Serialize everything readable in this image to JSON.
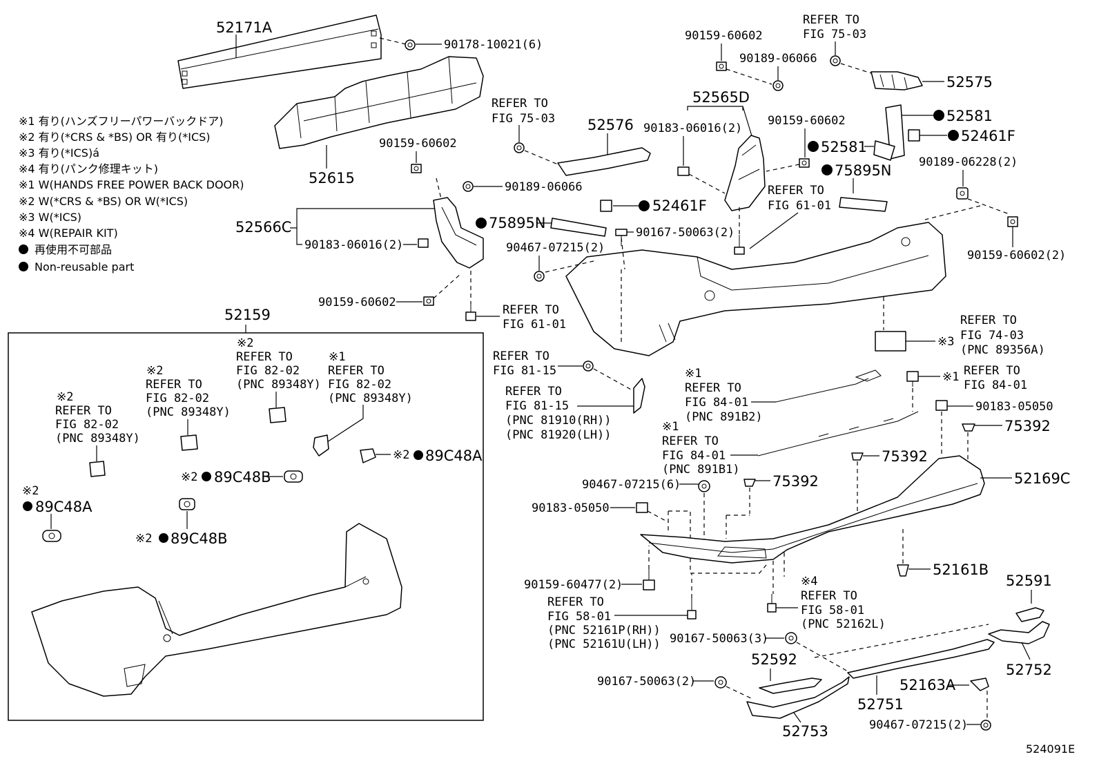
{
  "legend": [
    "※1 有り(ハンズフリーパワーバックドア)",
    "※2 有り(*CRS & *BS) OR 有り(*ICS)",
    "※3 有り(*ICS)á",
    "※4 有り(パンク修理キット)",
    "※1 W(HANDS FREE POWER BACK DOOR)",
    "※2 W(*CRS & *BS) OR W(*ICS)",
    "※3 W(*ICS)",
    "※4 W(REPAIR KIT)",
    "再使用不可部品",
    "Non-reusable part"
  ],
  "labels": {
    "p52171A": "52171A",
    "p90178": "90178-10021(6)",
    "p52615": "52615",
    "ref7503a_1": "REFER TO",
    "ref7503a_2": "FIG 75-03",
    "p52576": "52576",
    "p90159_a": "90159-60602",
    "p90189_a": "90189-06066",
    "p52566C": "52566C",
    "p90183_a": "90183-06016(2)",
    "p90159_b": "90159-60602",
    "ref6101a_1": "REFER TO",
    "ref6101a_2": "FIG 61-01",
    "p75895N_a": "75895N",
    "p90167_a": "90167-50063(2)",
    "p90467_a": "90467-07215(2)",
    "p52461F_a": "52461F",
    "p90159_c": "90159-60602",
    "p90189_b": "90189-06066",
    "p52565D": "52565D",
    "p90183_b": "90183-06016(2)",
    "p90159_d": "90159-60602",
    "ref6101b_1": "REFER TO",
    "ref6101b_2": "FIG 61-01",
    "ref7503b_1": "REFER TO",
    "ref7503b_2": "FIG 75-03",
    "p52575": "52575",
    "p52581_a": "52581",
    "p52461F_b": "52461F",
    "p52581_b": "52581",
    "p75895N_b": "75895N",
    "p90189_c": "90189-06228(2)",
    "p90159_e": "90159-60602(2)",
    "ref7403_1": "REFER TO",
    "ref7403_2": "FIG 74-03",
    "ref7403_3": "(PNC 89356A)",
    "mark3": "※3",
    "ref8115a_1": "REFER TO",
    "ref8115a_2": "FIG 81-15",
    "ref8115b_1": "REFER TO",
    "ref8115b_2": "FIG 81-15",
    "ref8115b_3": "(PNC 81910(RH))",
    "ref8115b_4": "(PNC 81920(LH))",
    "mark1a": "※1",
    "ref8401a_1": "REFER TO",
    "ref8401a_2": "FIG 84-01",
    "ref8401a_3": "(PNC 891B2)",
    "mark1b": "※1",
    "ref8401b_1": "REFER TO",
    "ref8401b_2": "FIG 84-01",
    "mark1c": "※1",
    "ref8401c_1": "REFER TO",
    "ref8401c_2": "FIG 84-01",
    "ref8401c_3": "(PNC 891B1)",
    "p90183_c": "90183-05050",
    "p75392_a": "75392",
    "p75392_b": "75392",
    "p75392_c": "75392",
    "p90467_b": "90467-07215(6)",
    "p90183_d": "90183-05050",
    "p52169C": "52169C",
    "p90159_f": "90159-60477(2)",
    "p52161B": "52161B",
    "ref5801a_1": "REFER TO",
    "ref5801a_2": "FIG 58-01",
    "ref5801a_3": "(PNC 52161P(RH))",
    "ref5801a_4": "(PNC 52161U(LH))",
    "mark4": "※4",
    "ref5801b_1": "REFER TO",
    "ref5801b_2": "FIG 58-01",
    "ref5801b_3": "(PNC 52162L)",
    "p52591": "52591",
    "p90167_b": "90167-50063(3)",
    "p52592": "52592",
    "p52752": "52752",
    "p90167_c": "90167-50063(2)",
    "p52163A": "52163A",
    "p52751": "52751",
    "p52753": "52753",
    "p90467_c": "90467-07215(2)",
    "code": "524091E",
    "p52159": "52159",
    "m2a": "※2",
    "ref8202a_1": "REFER TO",
    "ref8202a_2": "FIG 82-02",
    "ref8202a_3": "(PNC 89348Y)",
    "m2b": "※2",
    "ref8202b_1": "REFER TO",
    "ref8202b_2": "FIG 82-02",
    "ref8202b_3": "(PNC 89348Y)",
    "m2c": "※2",
    "ref8202c_1": "REFER TO",
    "ref8202c_2": "FIG 82-02",
    "ref8202c_3": "(PNC 89348Y)",
    "m1d": "※1",
    "ref8202d_1": "REFER TO",
    "ref8202d_2": "FIG 82-02",
    "ref8202d_3": "(PNC 89348Y)",
    "m2d": "※2",
    "p89C48A_a": "89C48A",
    "m2e": "※2",
    "p89C48B_a": "89C48B",
    "m2f": "※2",
    "p89C48A_b": "89C48A",
    "m2g": "※2",
    "p89C48B_b": "89C48B"
  }
}
